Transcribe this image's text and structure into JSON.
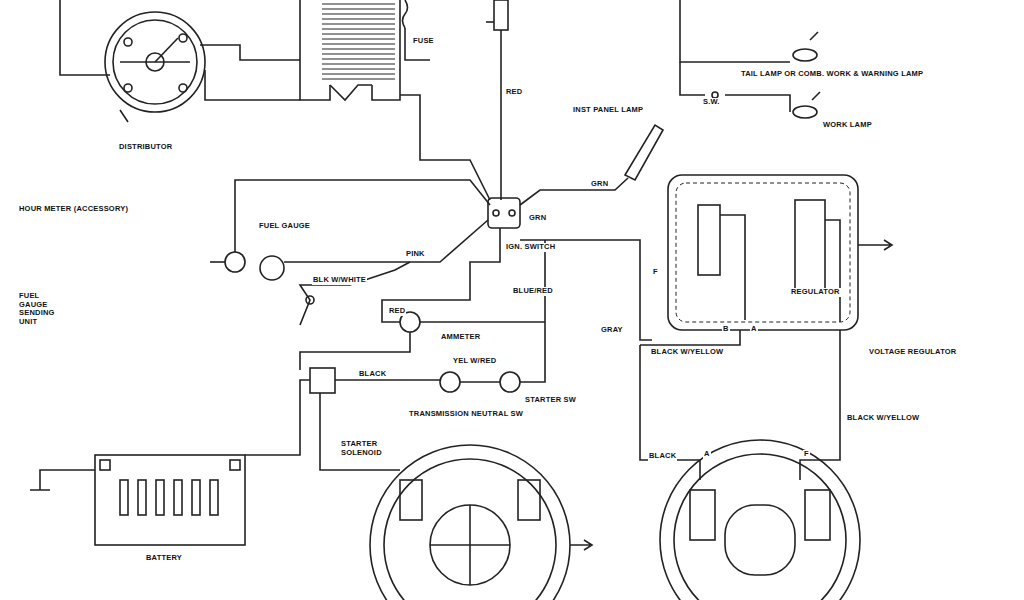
{
  "diagram": {
    "labels": [
      "DISTRIBUTOR",
      "FUSE",
      "RED",
      "INST PANEL LAMP",
      "TAIL LAMP OR COMB. WORK & WARNING LAMP",
      "S.W.",
      "WORK LAMP",
      "HOUR METER (ACCESSORY)",
      "FUEL GAUGE",
      "PINK",
      "GRN",
      "GRN",
      "IGN. SWITCH",
      "BLK W/WHITE",
      "FUEL GAUGE SENDING UNIT",
      "RED",
      "AMMETER",
      "BLUE/RED",
      "GRAY",
      "F",
      "B",
      "A",
      "REGULATOR",
      "BLACK W/YELLOW",
      "VOLTAGE REGULATOR",
      "BLACK",
      "YEL W/RED",
      "STARTER SW",
      "TRANSMISSION NEUTRAL SW",
      "BLACK W/YELLOW",
      "STARTER SOLENOID",
      "BLACK",
      "A",
      "F",
      "BATTERY"
    ]
  }
}
